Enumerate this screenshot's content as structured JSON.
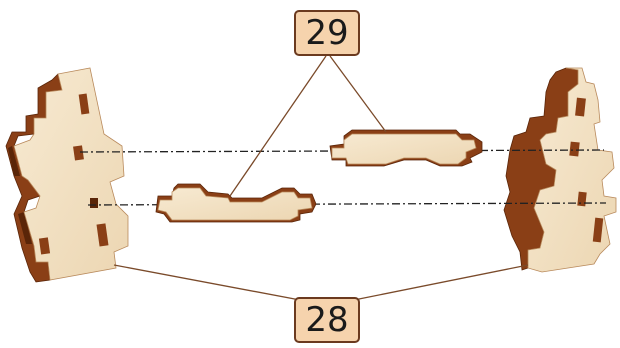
{
  "callouts": {
    "top_label": "29",
    "bottom_label": "28"
  },
  "parts": {
    "side_panel": {
      "part_number": "28",
      "count": 2
    },
    "connector_piece": {
      "part_number": "29",
      "count": 2
    }
  },
  "colors": {
    "plywood_face": "#f3e2c4",
    "plywood_edge": "#8a3f16",
    "plywood_edge_dark": "#5a2508",
    "callout_fill": "#f6d3ad",
    "callout_border": "#6b3a1f",
    "leader_line": "#7a4a2a",
    "axis_line": "#222222"
  }
}
